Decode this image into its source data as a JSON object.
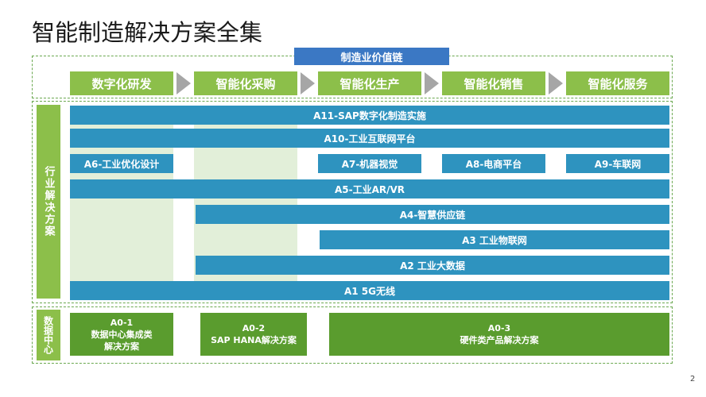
{
  "title": "智能制造解决方案全集",
  "value_chain": {
    "header": "制造业价值链",
    "stages": [
      "数字化研发",
      "智能化采购",
      "智能化生产",
      "智能化销售",
      "智能化服务"
    ]
  },
  "industry": {
    "label": "行业解决方案",
    "bars": {
      "a11": "A11-SAP数字化制造实施",
      "a10": "A10-工业互联网平台",
      "a6": "A6-工业优化设计",
      "a7": "A7-机器视觉",
      "a8": "A8-电商平台",
      "a9": "A9-车联网",
      "a5": "A5-工业AR/VR",
      "a4": "A4-智慧供应链",
      "a3": "A3 工业物联网",
      "a2": "A2 工业大数据",
      "a1": "A1 5G无线"
    }
  },
  "datacenter": {
    "label": "数据中心",
    "boxes": [
      {
        "code": "A0-1",
        "line1": "数据中心集成类",
        "line2": "解决方案"
      },
      {
        "code": "A0-2",
        "line1": "SAP HANA解决方案",
        "line2": ""
      },
      {
        "code": "A0-3",
        "line1": "硬件类产品解决方案",
        "line2": ""
      }
    ]
  },
  "colors": {
    "stage_green": "#8cbf4a",
    "bar_blue": "#2e93bf",
    "header_blue": "#3b78c4",
    "dc_green": "#5a9c2e",
    "column_bg": "#e2efd9"
  },
  "page_number": "2"
}
